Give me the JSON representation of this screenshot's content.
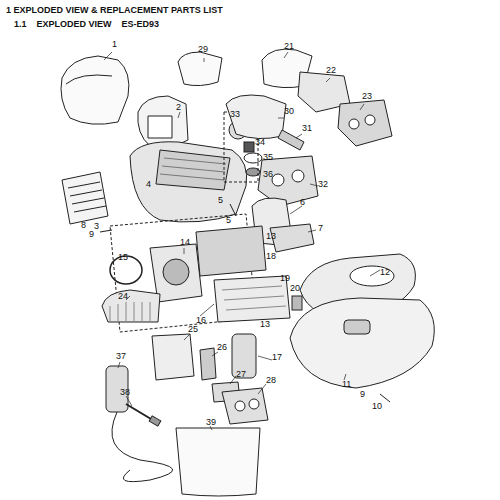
{
  "diagram": {
    "title": "1 EXPLODED VIEW & REPLACEMENT PARTS LIST",
    "labels": [
      "1.1    EXPLODED VIEW    ES-ED93",
      "1",
      "29",
      "21",
      "22",
      "23",
      "2",
      "33",
      "30",
      "34",
      "31",
      "35",
      "36",
      "4",
      "32",
      "5",
      "5",
      "6",
      "3",
      "8",
      "9",
      "7",
      "14",
      "15",
      "13",
      "18",
      "19",
      "20",
      "12",
      "24",
      "16",
      "13",
      "25",
      "17",
      "26",
      "27",
      "37",
      "28",
      "11",
      "9",
      "10",
      "38",
      "39"
    ]
  }
}
